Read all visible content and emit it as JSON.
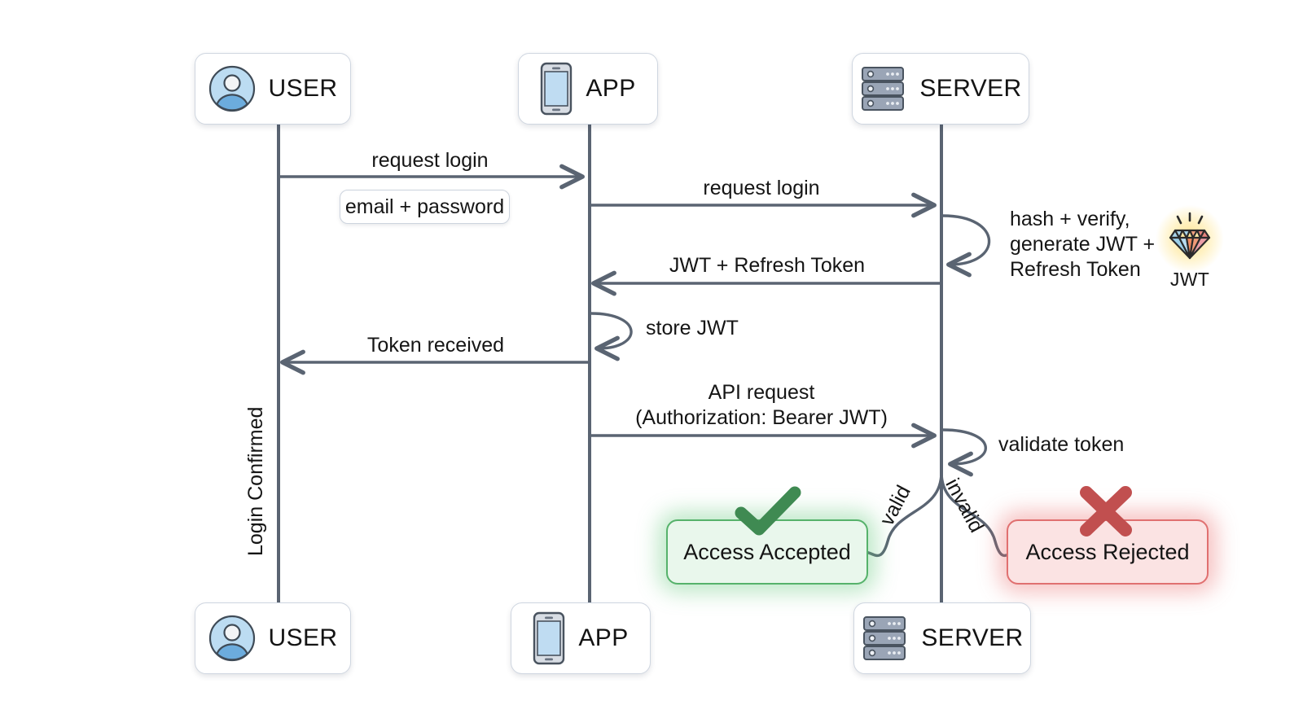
{
  "diagram": {
    "title": "JWT authentication sequence diagram",
    "background": "#ffffff",
    "line_color": "#5a6472",
    "accent_accept": "#56b26b",
    "accent_reject": "#e07070"
  },
  "actors": {
    "top": [
      {
        "id": "user",
        "label": "USER",
        "icon": "user-avatar-icon"
      },
      {
        "id": "app",
        "label": "APP",
        "icon": "mobile-phone-icon"
      },
      {
        "id": "server",
        "label": "SERVER",
        "icon": "server-rack-icon"
      }
    ],
    "bottom": [
      {
        "id": "user",
        "label": "USER",
        "icon": "user-avatar-icon"
      },
      {
        "id": "app",
        "label": "APP",
        "icon": "mobile-phone-icon"
      },
      {
        "id": "server",
        "label": "SERVER",
        "icon": "server-rack-icon"
      }
    ]
  },
  "messages": [
    {
      "id": "m1",
      "label": "request login",
      "from": "user",
      "to": "app"
    },
    {
      "id": "m2",
      "label": "request login",
      "from": "app",
      "to": "server"
    },
    {
      "id": "m3",
      "label": "JWT + Refresh Token",
      "from": "server",
      "to": "app"
    },
    {
      "id": "m4",
      "label": "Token received",
      "from": "app",
      "to": "user"
    },
    {
      "id": "m5",
      "label": "API request\n(Authorization: Bearer JWT)",
      "line1": "API request",
      "line2": "(Authorization: Bearer JWT)",
      "from": "app",
      "to": "server"
    }
  ],
  "notes": {
    "credentials": "email + password",
    "login_confirmed": "Login Confirmed"
  },
  "self_calls": [
    {
      "id": "s1",
      "actor": "server",
      "label": "hash + verify,\ngenerate JWT +\nRefresh Token",
      "line1": "hash + verify,",
      "line2": "generate JWT +",
      "line3": "Refresh Token"
    },
    {
      "id": "s2",
      "actor": "app",
      "label": "store JWT"
    },
    {
      "id": "s3",
      "actor": "server",
      "label": "validate token"
    }
  ],
  "branch": {
    "valid_label": "valid",
    "invalid_label": "invalid"
  },
  "outcomes": [
    {
      "id": "accepted",
      "label": "Access Accepted",
      "mark": "check-mark-icon",
      "color": "#56b26b"
    },
    {
      "id": "rejected",
      "label": "Access Rejected",
      "mark": "cross-mark-icon",
      "color": "#e07070"
    }
  ],
  "badges": {
    "jwt": {
      "caption": "JWT",
      "icon": "gem-icon"
    }
  }
}
